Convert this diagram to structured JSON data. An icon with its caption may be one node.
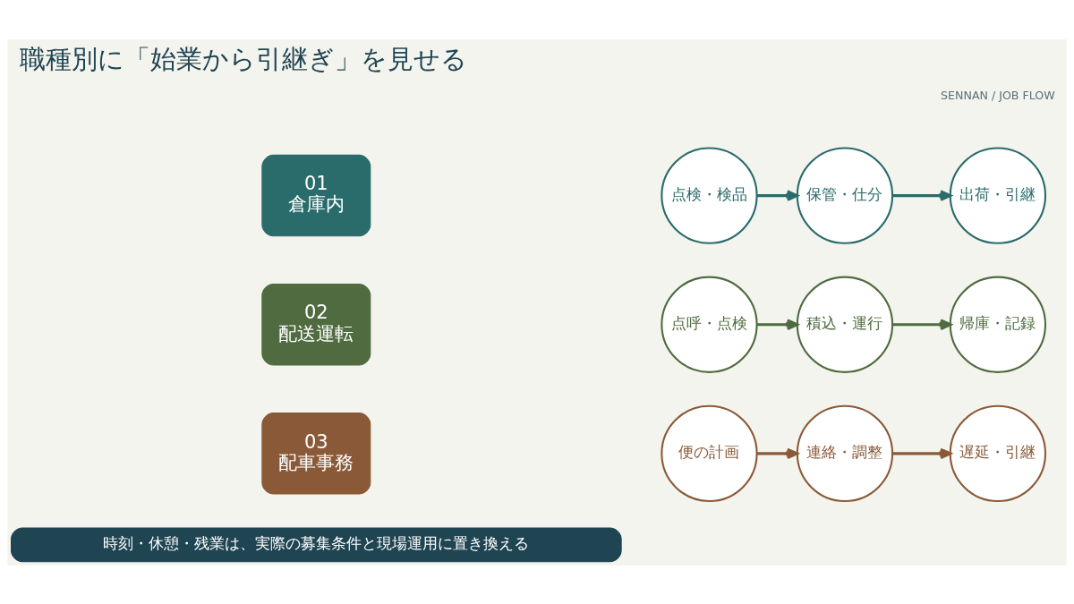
{
  "diagram": {
    "title": "職種別に「始業から引継ぎ」を見せる",
    "nodes": [
      {
        "text": [
          "01",
          "倉庫内"
        ]
      },
      {
        "text": [
          "点検・検品"
        ]
      },
      {
        "text": [
          "保管・仕分"
        ]
      },
      {
        "text": [
          "出荷・引継"
        ]
      },
      {
        "text": [
          "02",
          "配送運転"
        ]
      },
      {
        "text": [
          "点呼・点検"
        ]
      },
      {
        "text": [
          "積込・運行"
        ]
      },
      {
        "text": [
          "帰庫・記録"
        ]
      },
      {
        "text": [
          "03",
          "配車事務"
        ]
      },
      {
        "text": [
          "便の計画"
        ]
      },
      {
        "text": [
          "連絡・調整"
        ]
      },
      {
        "text": [
          "遅延・引継"
        ]
      },
      {
        "text": [
          "時刻・休憩・残業は、実際の募集条件と現場運用に置き換える"
        ]
      }
    ],
    "edges": [
      {
        "from": 1,
        "to": 2,
        "arrow": "to",
        "color": "#2a6b6b"
      },
      {
        "from": 2,
        "to": 3,
        "arrow": "to",
        "color": "#2a6b6b"
      },
      {
        "from": 5,
        "to": 6,
        "arrow": "to",
        "color": "#4f6b3f"
      },
      {
        "from": 6,
        "to": 7,
        "arrow": "to",
        "color": "#4f6b3f"
      },
      {
        "from": 9,
        "to": 10,
        "arrow": "to",
        "color": "#8a5a38"
      },
      {
        "from": 10,
        "to": 11,
        "arrow": "to",
        "color": "#8a5a38"
      }
    ],
    "labels": [
      "SENNAN / JOB FLOW"
    ]
  }
}
